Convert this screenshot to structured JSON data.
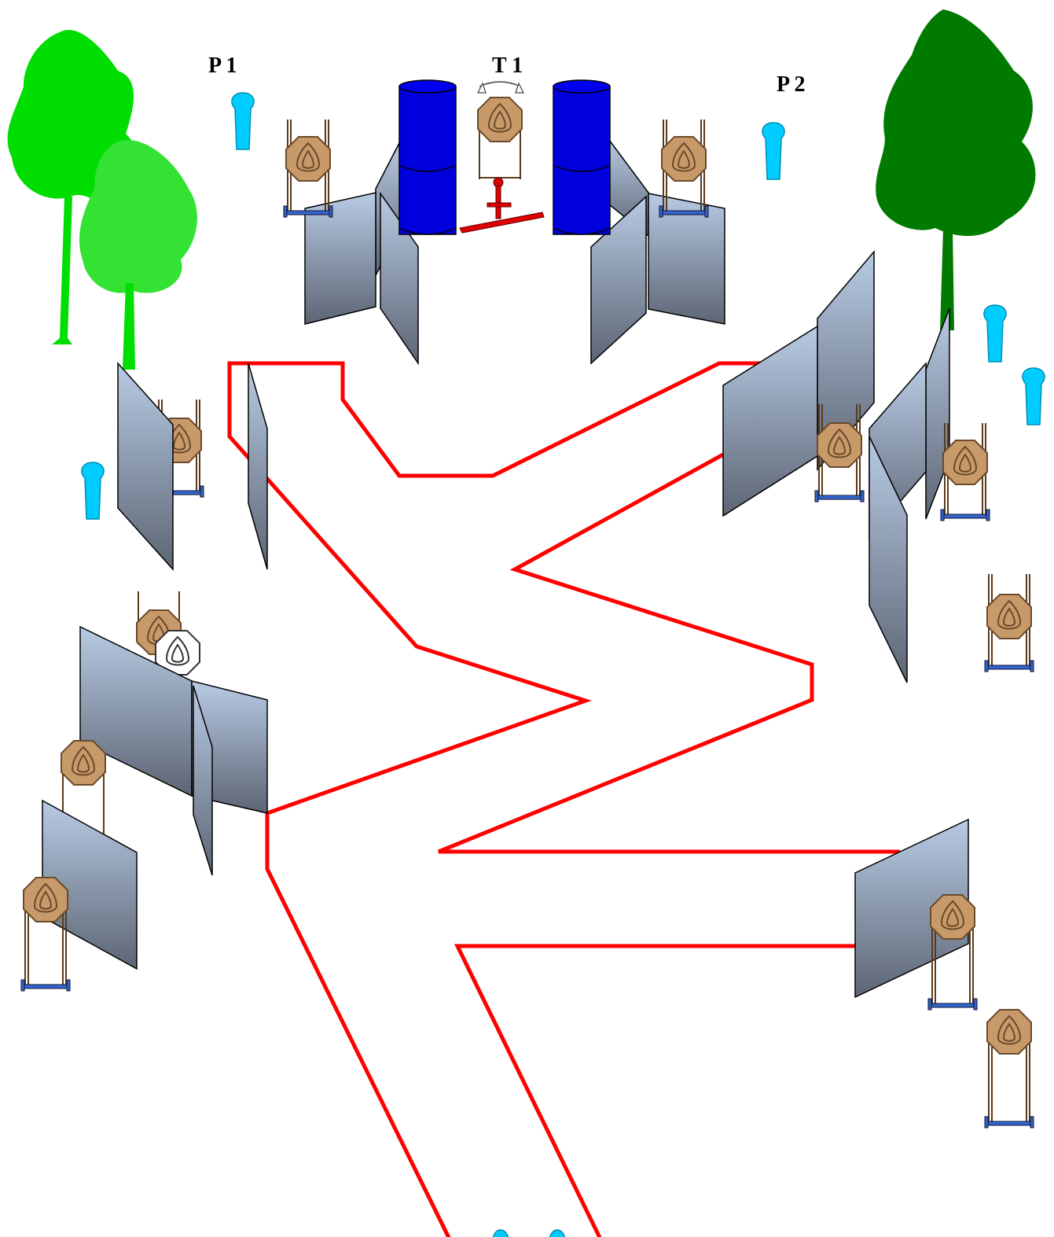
{
  "labels": {
    "p1": "P 1",
    "t1": "T 1",
    "p2": "P 2"
  },
  "colors": {
    "path": "#ff0000",
    "barrel": "#0000dd",
    "wall_top": "#b6c8e0",
    "wall_bottom": "#5f6675",
    "target_fill": "#c89a6a",
    "target_stroke": "#6b4a2a",
    "no_shoot_fill": "#ffffff",
    "popper": "#00ccff",
    "tree_light": "#00dd00",
    "tree_dark": "#007a00",
    "stand_base": "#3366cc",
    "swinger": "#dd0000"
  },
  "icons": {
    "paper_target": "octagon-target-icon",
    "no_shoot": "no-shoot-target-icon",
    "popper": "popper-icon",
    "barrel": "barrel-icon",
    "wall": "wall-panel-icon",
    "tree": "tree-icon",
    "swinger": "swinger-activator-icon",
    "rotation": "rotate-arrow-icon"
  }
}
